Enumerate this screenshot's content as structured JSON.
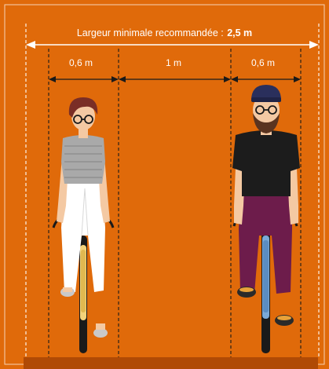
{
  "diagram": {
    "title_text": "Largeur minimale recommandée :",
    "title_value": "2,5 m",
    "segments": [
      {
        "label": "0,6 m"
      },
      {
        "label": "1 m"
      },
      {
        "label": "0,6 m"
      }
    ],
    "riders": [
      {
        "name": "rider-woman"
      },
      {
        "name": "rider-man"
      }
    ]
  },
  "colors": {
    "background": "#E06A0A",
    "border": "#ffffff",
    "ground": "#B04A05",
    "frame_woman": "#F3D37A",
    "frame_man": "#7AA9D8",
    "shirt_woman": "#A9A9A9",
    "pants_woman": "#FFFFFF",
    "shirt_man": "#1C1C1C",
    "pants_man": "#6D1C4B",
    "skin": "#F4C9A3",
    "hair_woman": "#7A2E26",
    "hair_man": "#5A3420",
    "cap_man": "#2A2F5C"
  }
}
